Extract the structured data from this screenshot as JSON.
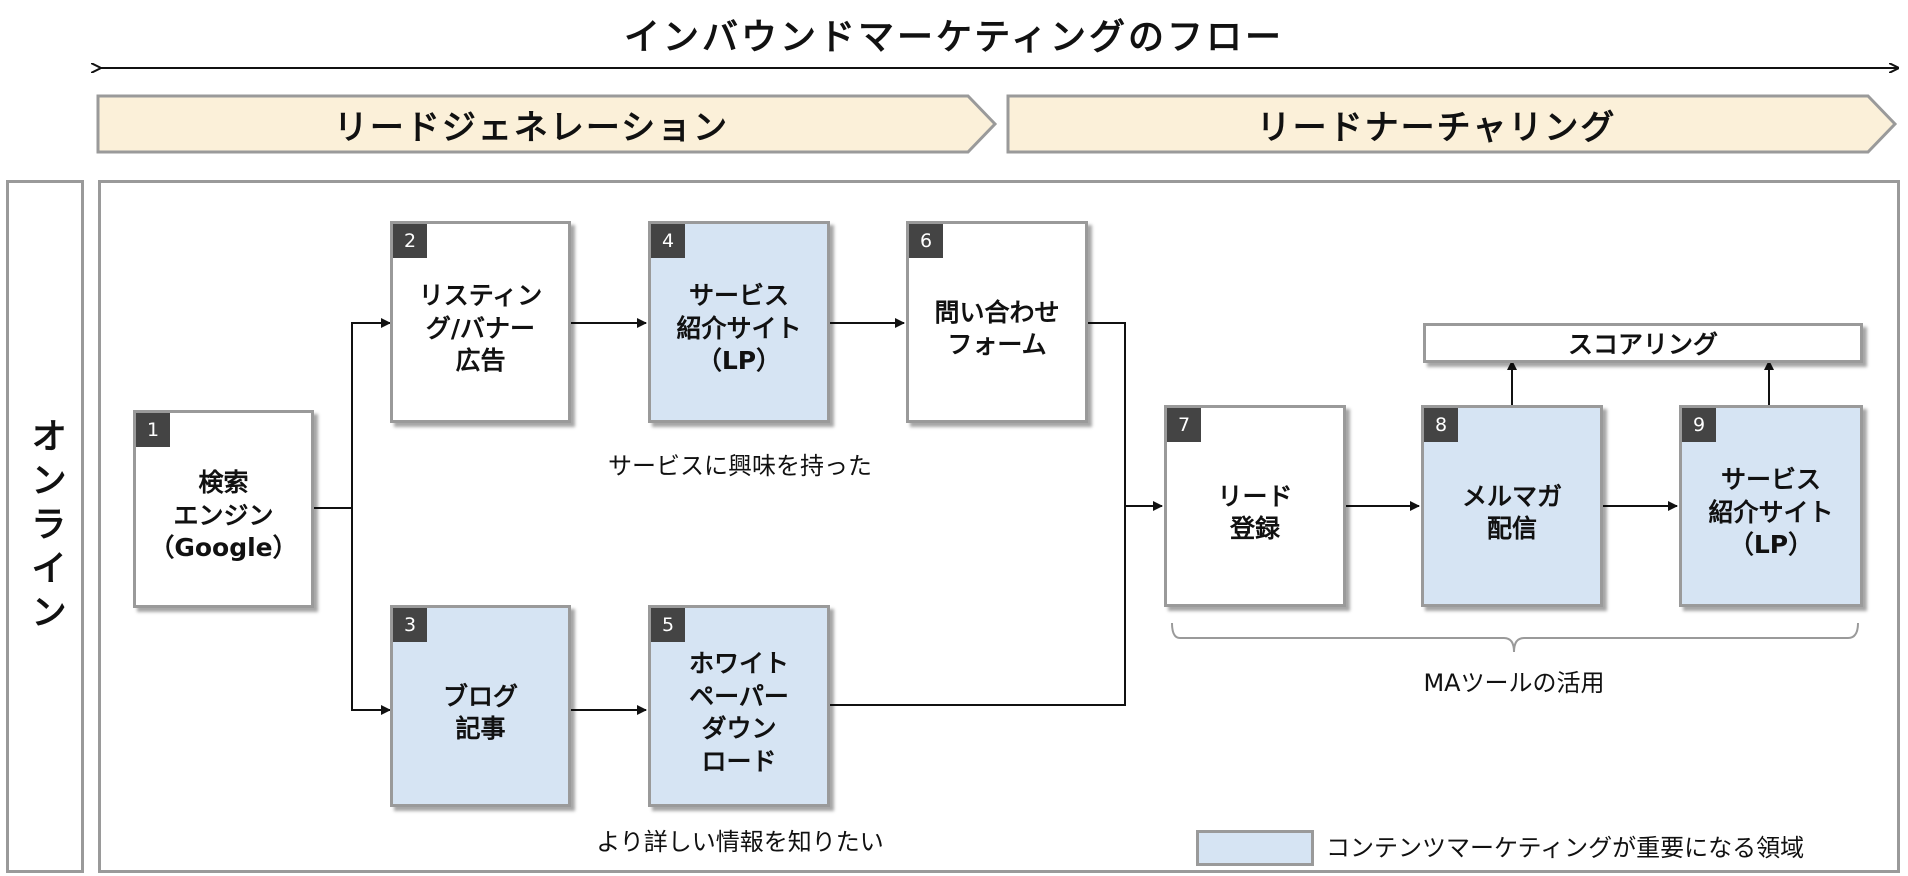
{
  "title": "インバウンドマーケティングのフロー",
  "phases": [
    {
      "label": "リードジェネレーション"
    },
    {
      "label": "リードナーチャリング"
    }
  ],
  "side_label": "オンライン",
  "nodes": [
    {
      "num": "1",
      "label": "検索\nエンジン\n（Google）",
      "highlight": false
    },
    {
      "num": "2",
      "label": "リスティン\nグ/バナー\n広告",
      "highlight": false
    },
    {
      "num": "3",
      "label": "ブログ\n記事",
      "highlight": true
    },
    {
      "num": "4",
      "label": "サービス\n紹介サイト\n（LP）",
      "highlight": true
    },
    {
      "num": "5",
      "label": "ホワイト\nペーパー\nダウン\nロード",
      "highlight": true
    },
    {
      "num": "6",
      "label": "問い合わせ\nフォーム",
      "highlight": false
    },
    {
      "num": "7",
      "label": "リード\n登録",
      "highlight": false
    },
    {
      "num": "8",
      "label": "メルマガ\n配信",
      "highlight": true
    },
    {
      "num": "9",
      "label": "サービス\n紹介サイト\n（LP）",
      "highlight": true
    }
  ],
  "captions": {
    "upper": "サービスに興味を持った",
    "lower": "より詳しい情報を知りたい",
    "ma": "MAツールの活用"
  },
  "scoring_label": "スコアリング",
  "legend": {
    "label": "コンテンツマーケティングが重要になる領域"
  },
  "colors": {
    "highlight": "#d6e4f3",
    "phase_fill": "#fbf0d9",
    "border": "#9a9a9a",
    "num_badge": "#444444"
  }
}
